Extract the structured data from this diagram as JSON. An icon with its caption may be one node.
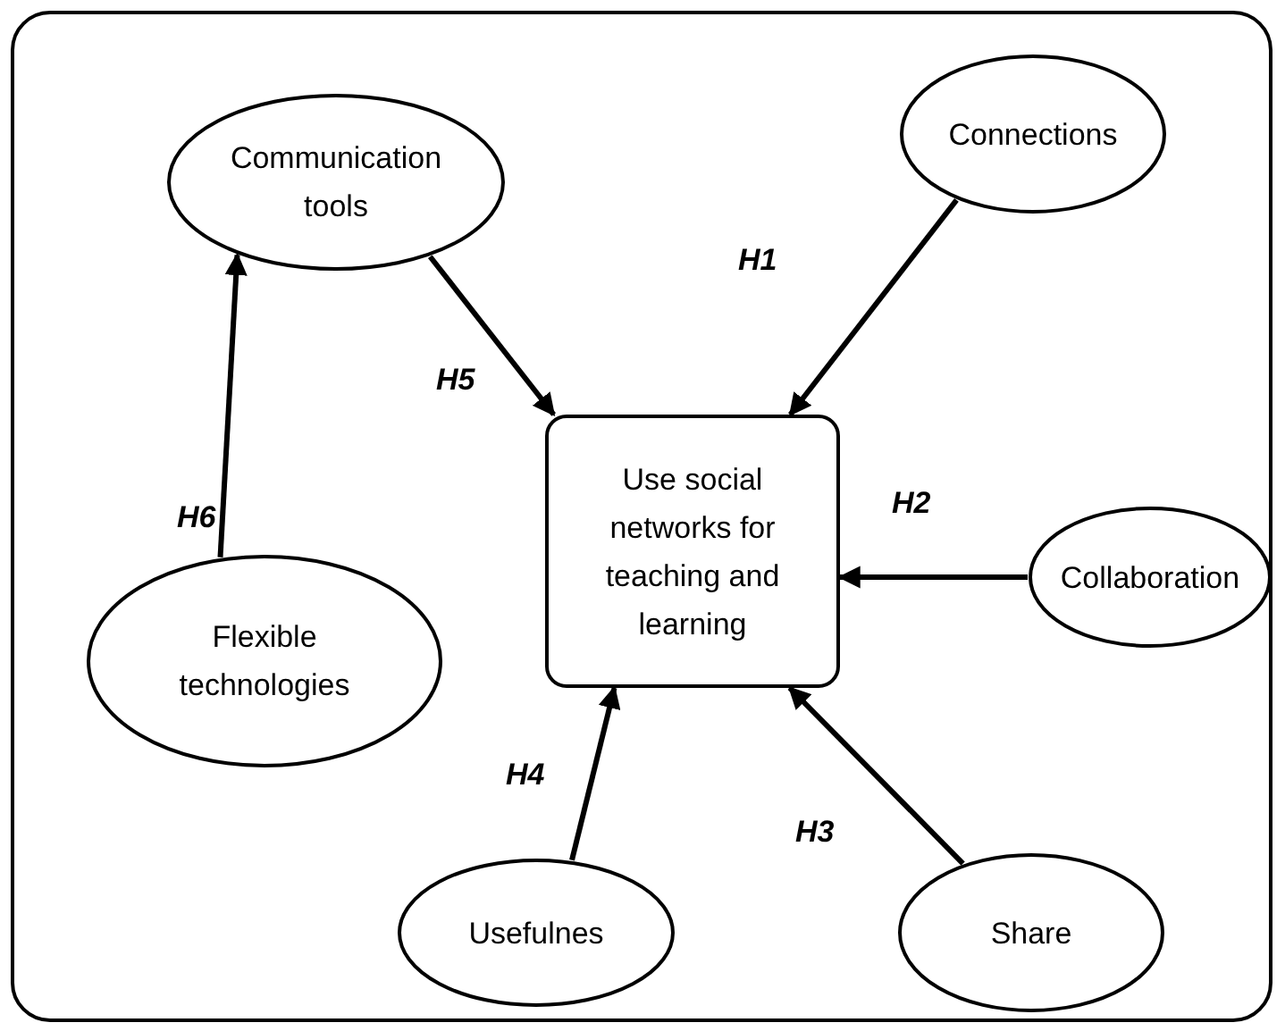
{
  "diagram": {
    "nodes": [
      {
        "text": [
          "Communication tools"
        ]
      },
      {
        "text": [
          "Connections"
        ]
      },
      {
        "text": [
          "Use social networks for teaching and learning"
        ]
      },
      {
        "text": [
          "Collaboration"
        ]
      },
      {
        "text": [
          "Flexible technologies"
        ]
      },
      {
        "text": [
          "Usefulnes"
        ]
      },
      {
        "text": [
          "Share"
        ]
      }
    ],
    "edges": [
      {
        "from": 1,
        "to": 2,
        "arrow": "to",
        "label": "H1"
      },
      {
        "from": 3,
        "to": 2,
        "arrow": "to",
        "label": "H2"
      },
      {
        "from": 6,
        "to": 2,
        "arrow": "to",
        "label": "H3"
      },
      {
        "from": 5,
        "to": 2,
        "arrow": "to",
        "label": "H4"
      },
      {
        "from": 0,
        "to": 2,
        "arrow": "to",
        "label": "H5"
      },
      {
        "from": 4,
        "to": 0,
        "arrow": "to",
        "label": "H6"
      }
    ]
  }
}
